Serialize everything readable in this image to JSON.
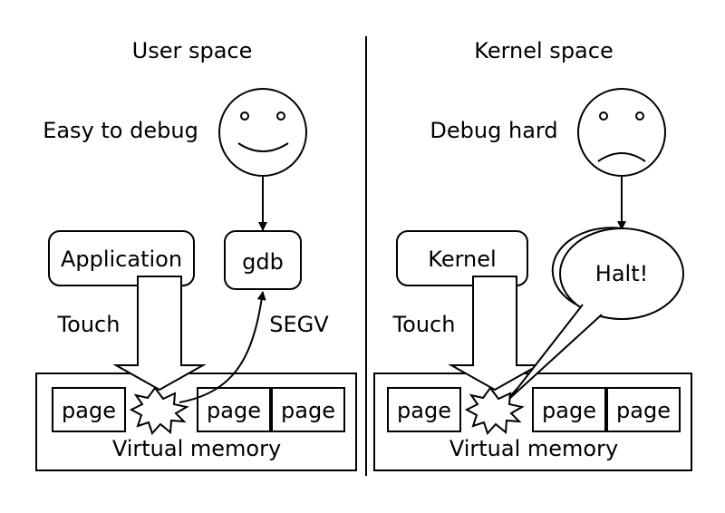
{
  "user": {
    "title": "User space",
    "mood": "Easy to debug",
    "process": "Application",
    "debugger": "gdb",
    "access": "Touch",
    "signal": "SEGV",
    "pages": [
      "page",
      "page",
      "page"
    ],
    "memory": "Virtual memory"
  },
  "kernel": {
    "title": "Kernel space",
    "mood": "Debug hard",
    "process": "Kernel",
    "bubble": "Halt!",
    "access": "Touch",
    "pages": [
      "page",
      "page",
      "page"
    ],
    "memory": "Virtual memory"
  }
}
